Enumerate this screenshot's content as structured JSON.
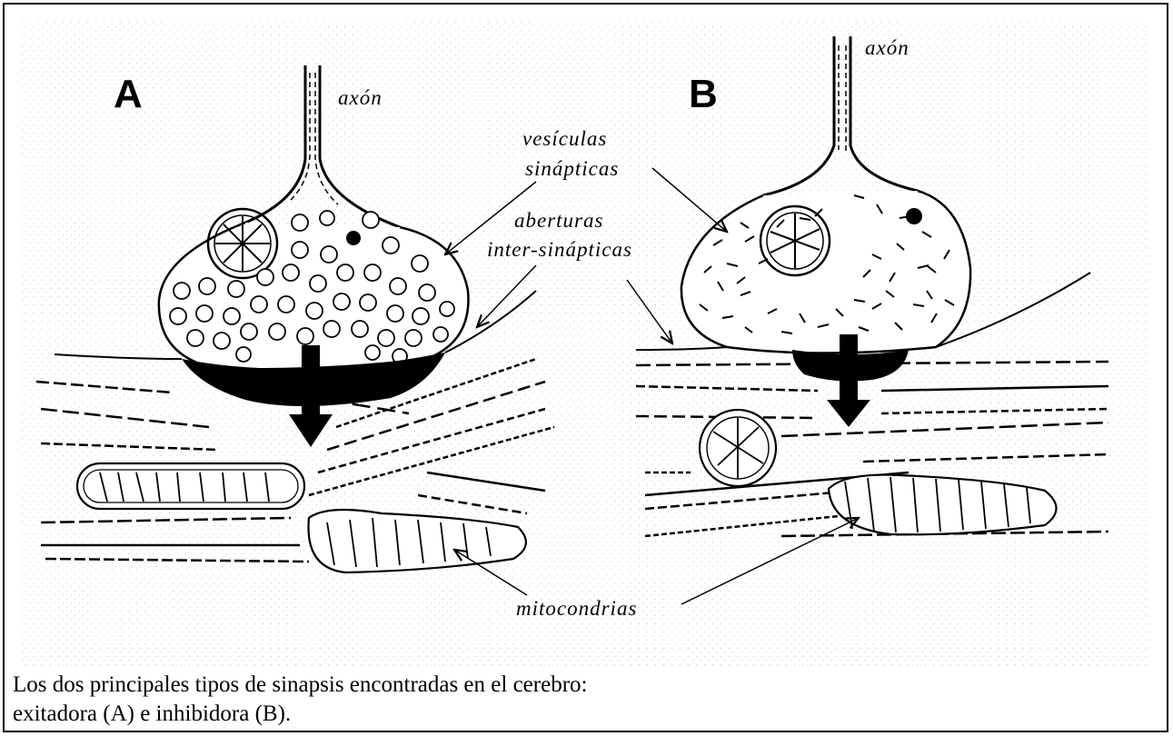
{
  "panels": {
    "a": {
      "letter": "A",
      "axon_label": "axón"
    },
    "b": {
      "letter": "B",
      "axon_label": "axón"
    }
  },
  "labels": {
    "vesicles_line1": "vesículas",
    "vesicles_line2": "sinápticas",
    "clefts_line1": "aberturas",
    "clefts_line2": "inter-sinápticas",
    "mitochondria": "mitocondrias"
  },
  "caption": {
    "line1": "Los dos principales tipos de sinapsis encontradas en el cerebro:",
    "line2": "exitadora (A) e inhibidora (B)."
  },
  "colors": {
    "ink": "#000000",
    "paper": "#ffffff",
    "stipple": "#c8c8c8"
  }
}
